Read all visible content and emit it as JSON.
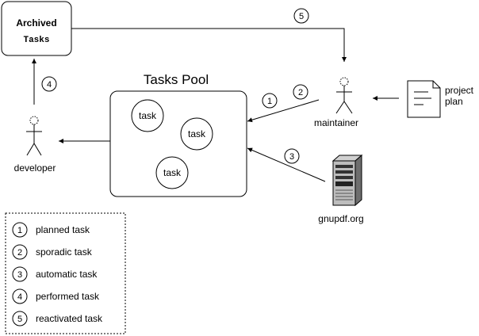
{
  "archived": {
    "title": "Archived",
    "subtitle": "Tasks"
  },
  "pool": {
    "title": "Tasks Pool",
    "tasks": [
      "task",
      "task",
      "task"
    ]
  },
  "actors": {
    "developer": "developer",
    "maintainer": "maintainer"
  },
  "document": {
    "line1": "project",
    "line2": "plan"
  },
  "server": {
    "label": "gnupdf.org"
  },
  "arrow_numbers": {
    "a1": "1",
    "a2": "2",
    "a3": "3",
    "a4": "4",
    "a5": "5"
  },
  "legend": {
    "items": [
      {
        "num": "1",
        "label": "planned task"
      },
      {
        "num": "2",
        "label": "sporadic task"
      },
      {
        "num": "3",
        "label": "automatic task"
      },
      {
        "num": "4",
        "label": "performed task"
      },
      {
        "num": "5",
        "label": "reactivated task"
      }
    ]
  }
}
